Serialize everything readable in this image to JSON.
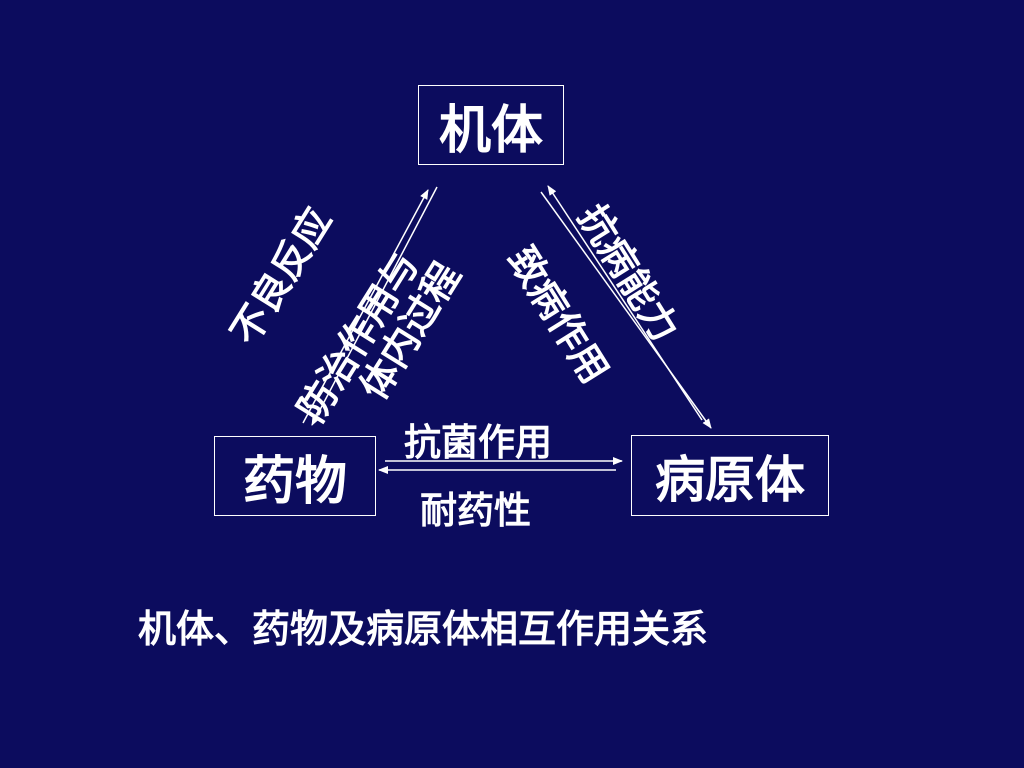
{
  "nodes": {
    "body": "机体",
    "drug": "药物",
    "pathogen": "病原体"
  },
  "edges": {
    "drug_body_outer": [
      "不良反应",
      "防治作用与"
    ],
    "drug_body_inner": "体内过程",
    "pathogen_body_inner": "致病作用",
    "pathogen_body_outer": "抗病能力",
    "drug_to_pathogen": "抗菌作用",
    "pathogen_to_drug": "耐药性"
  },
  "caption": "机体、药物及病原体相互作用关系",
  "colors": {
    "background": "#0c0c5e",
    "foreground": "#ffffff"
  }
}
